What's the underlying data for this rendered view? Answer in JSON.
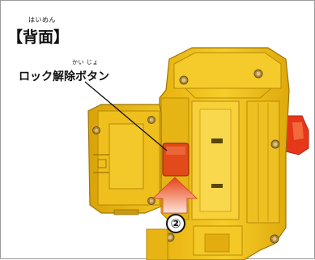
{
  "heading": {
    "ruby": "はいめん",
    "text": "【背面】"
  },
  "callout": {
    "ruby": "かい じょ",
    "text": "ロック解除ボタン"
  },
  "step_marker": "②",
  "colors": {
    "toy_yellow": "#f2c318",
    "toy_shadow": "#d9a40a",
    "toy_highlight": "#ffe26a",
    "lock_button": "#e24a1a",
    "arrow_red": "#e8401e",
    "arrow_pink": "#f6b9a4",
    "side_part_red": "#e8361a"
  }
}
